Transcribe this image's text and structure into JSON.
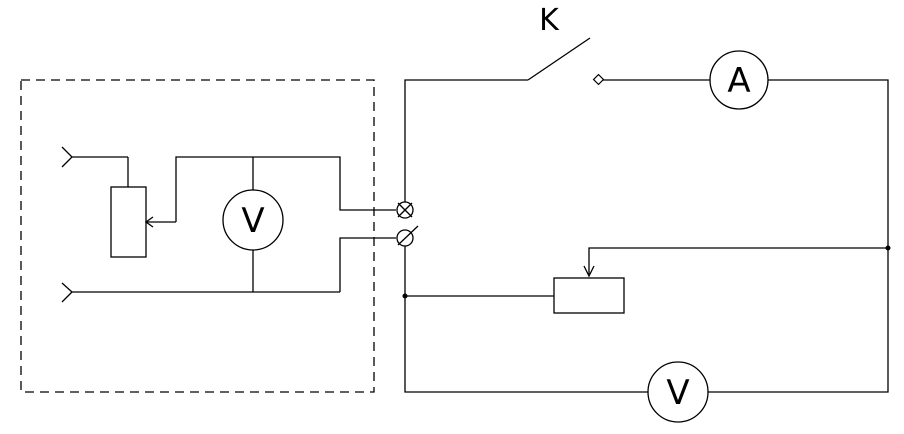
{
  "diagram": {
    "switch_label": "K",
    "ammeter_label": "A",
    "voltmeter_inner_label": "V",
    "voltmeter_outer_label": "V"
  }
}
